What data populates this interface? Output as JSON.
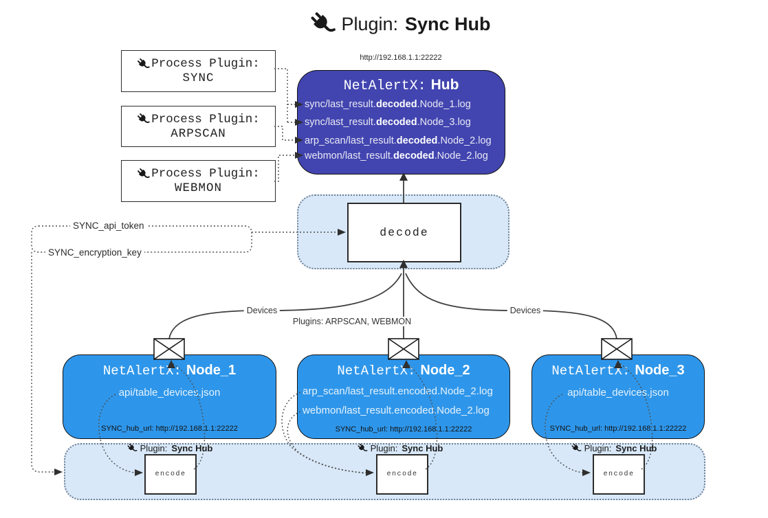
{
  "title": {
    "prefix": "Plugin:",
    "name": "Sync Hub"
  },
  "icons": {
    "plug": "plug-icon",
    "envelope": "envelope-icon"
  },
  "process_plugins": [
    {
      "label": "Process Plugin:",
      "name": "SYNC"
    },
    {
      "label": "Process Plugin:",
      "name": "ARPSCAN"
    },
    {
      "label": "Process Plugin:",
      "name": "WEBMON"
    }
  ],
  "hub": {
    "url": "http://192.168.1.1:22222",
    "title_prefix": "NetAlertX:",
    "title_name": "Hub",
    "logs": [
      {
        "pre": "sync/last_result.",
        "bold": "decoded",
        "post": ".Node_1.log"
      },
      {
        "pre": "sync/last_result.",
        "bold": "decoded",
        "post": ".Node_3.log"
      },
      {
        "pre": "arp_scan/last_result.",
        "bold": "decoded",
        "post": ".Node_2.log"
      },
      {
        "pre": "webmon/last_result.",
        "bold": "decoded",
        "post": ".Node_2.log"
      }
    ]
  },
  "decode_box": {
    "label": "decode"
  },
  "secrets": {
    "api_token": "SYNC_api_token",
    "encryption_key": "SYNC_encryption_key"
  },
  "edges": {
    "devices_left": "Devices",
    "devices_right": "Devices",
    "plugins": "Plugins: ARPSCAN, WEBMON"
  },
  "nodes": [
    {
      "title_prefix": "NetAlertX:",
      "title_name": "Node_1",
      "files": [
        "api/table_devices.json"
      ],
      "hub_url": "SYNC_hub_url: http://192.168.1.1:22222"
    },
    {
      "title_prefix": "NetAlertX:",
      "title_name": "Node_2",
      "files": [
        "arp_scan/last_result.encoded.Node_2.log",
        "webmon/last_result.encoded.Node_2.log"
      ],
      "hub_url": "SYNC_hub_url: http://192.168.1.1:22222"
    },
    {
      "title_prefix": "NetAlertX:",
      "title_name": "Node_3",
      "files": [
        "api/table_devices.json"
      ],
      "hub_url": "SYNC_hub_url: http://192.168.1.1:22222"
    }
  ],
  "encoders": [
    {
      "plugin_prefix": "Plugin:",
      "plugin_name": "Sync Hub",
      "label": "encode"
    },
    {
      "plugin_prefix": "Plugin:",
      "plugin_name": "Sync Hub",
      "label": "encode"
    },
    {
      "plugin_prefix": "Plugin:",
      "plugin_name": "Sync Hub",
      "label": "encode"
    }
  ],
  "colors": {
    "hub-fill": "#4245af",
    "node-fill": "#2e96ea",
    "band-fill": "#d8e8f8",
    "band-border": "#6e7f94",
    "line": "#3f3f3f"
  }
}
